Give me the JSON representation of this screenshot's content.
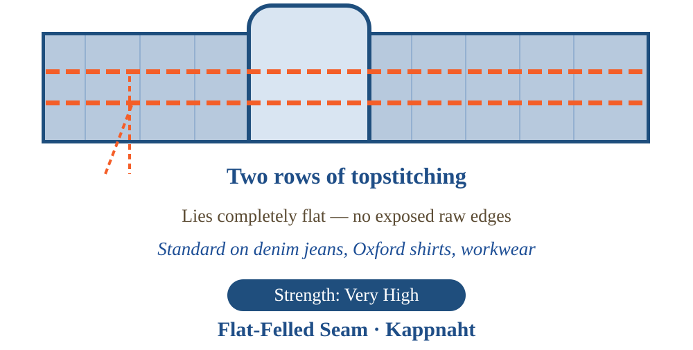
{
  "diagram": {
    "label": "Two rows of topstitching",
    "stitch_rows": 2
  },
  "notes": {
    "flatness": "Lies completely flat — no exposed raw edges",
    "usage": "Standard on denim jeans, Oxford shirts, workwear"
  },
  "badge": {
    "text": "Strength: Very High"
  },
  "footer": {
    "title": "Flat-Felled Seam · Kappnaht"
  },
  "colors": {
    "outline_navy": "#1e4e7d",
    "fabric_fill": "#b7c9dd",
    "fold_fill": "#d9e5f2",
    "panel_divider": "#94b0d0",
    "stitch_orange": "#f45e28",
    "title_blue": "#1f4e87",
    "usage_blue": "#1e4f96",
    "note_brown": "#5b4b33",
    "badge_fill": "#1f4e7d",
    "badge_text": "#ffffff"
  }
}
